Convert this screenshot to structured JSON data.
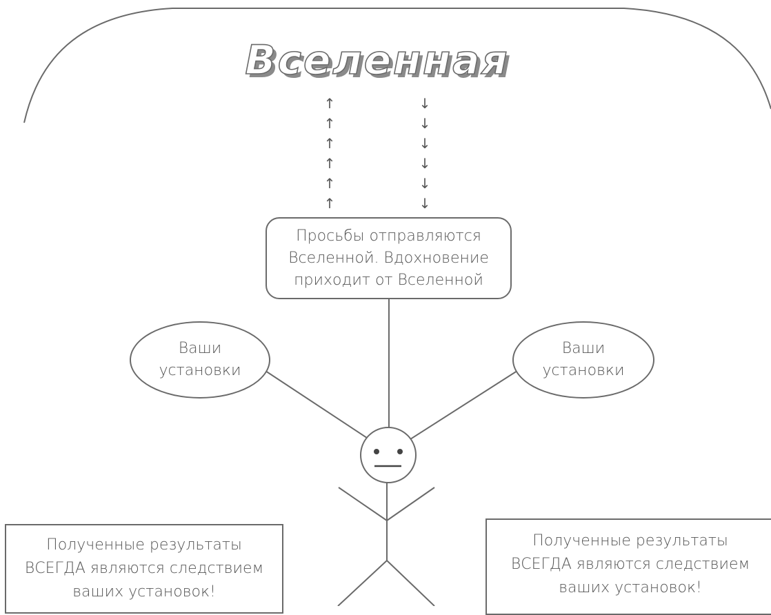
{
  "title": "Вселенная",
  "arrows": {
    "up_symbol": "↑",
    "down_symbol": "↓",
    "up_count": 6,
    "down_count": 6
  },
  "request_box": {
    "text": "Просьбы отправляются\nВселенной. Вдохновение\nприходит от Вселенной"
  },
  "beliefs_left": {
    "text": "Ваши\nустановки"
  },
  "beliefs_right": {
    "text": "Ваши\nустановки"
  },
  "result_left": {
    "text": "Полученные результаты\nВСЕГДА являются следствием\nваших установок!"
  },
  "result_right": {
    "text": "Полученные результаты\nВСЕГДА являются следствием\nваших установок!"
  },
  "colors": {
    "stroke": "#6a6a6a",
    "text": "#555555",
    "title_fill": "#ffffff",
    "title_shadow": "#8a8a8a",
    "background": "#ffffff"
  }
}
